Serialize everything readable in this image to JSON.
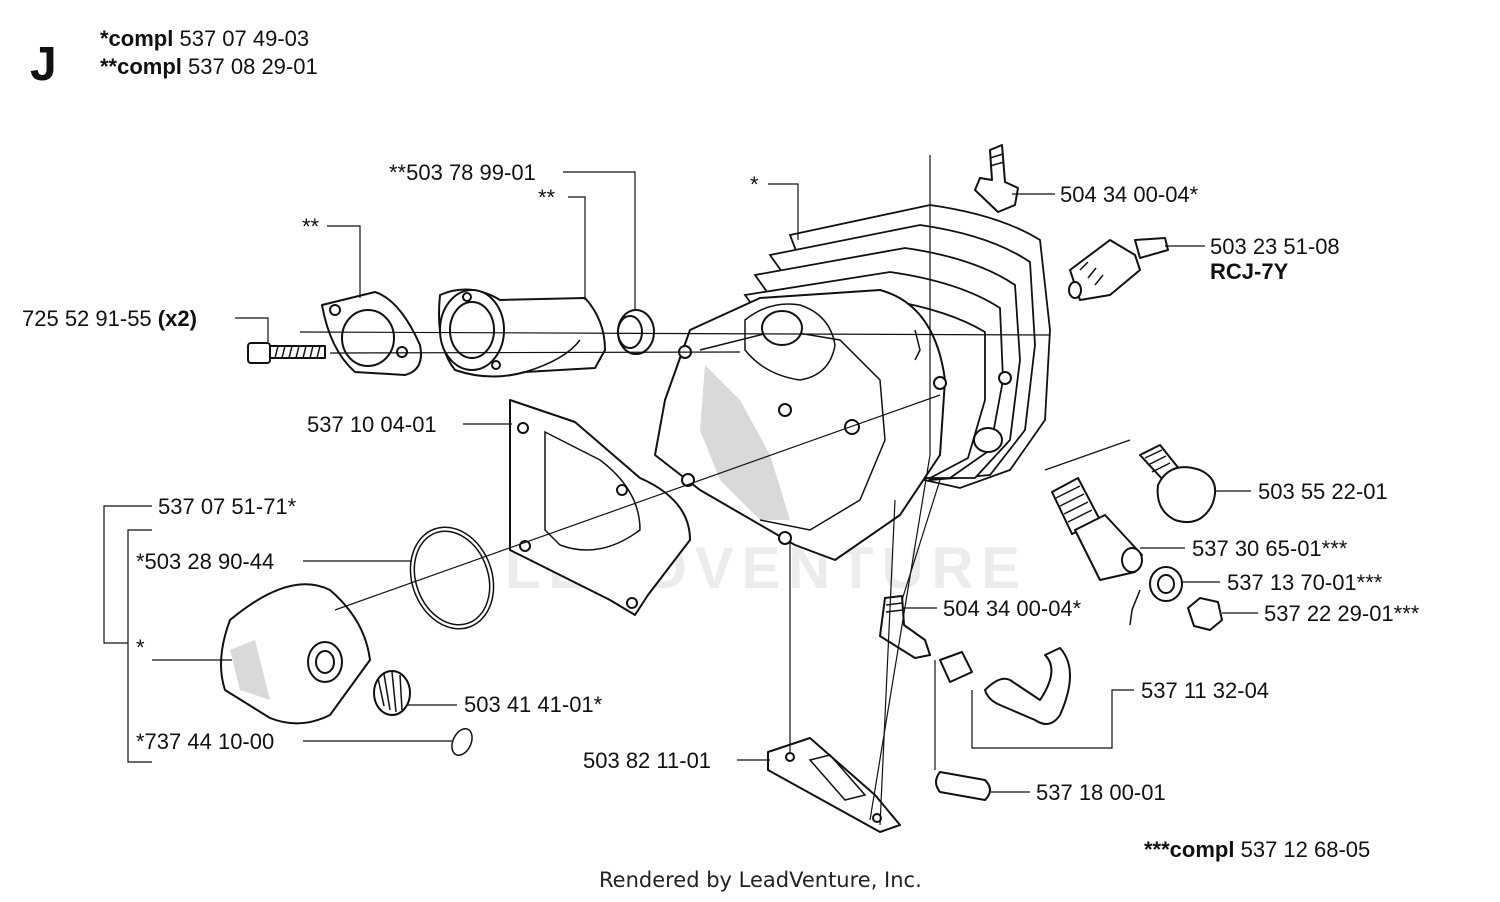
{
  "section": {
    "letter": "J"
  },
  "assembly": {
    "compl_single_prefix": "*compl",
    "compl_single_number": "537 07 49-03",
    "compl_double_prefix": "**compl",
    "compl_double_number": "537 08 29-01",
    "compl_triple_prefix": "***compl",
    "compl_triple_number": "537 12 68-05"
  },
  "callouts": [
    {
      "id": "intake-seal",
      "text": "**503 78 99-01"
    },
    {
      "id": "intake-flange",
      "text": "**"
    },
    {
      "id": "cylinder",
      "text": "*"
    },
    {
      "id": "intake-gasket",
      "text": "**"
    },
    {
      "id": "screw",
      "text": "725 52 91-55",
      "suffix": "(x2)"
    },
    {
      "id": "cylinder-gasket",
      "text": "537 10 04-01"
    },
    {
      "id": "piston-kit",
      "text": "537 07 51-71*"
    },
    {
      "id": "piston-ring",
      "text": "*503 28 90-44"
    },
    {
      "id": "piston",
      "text": "*"
    },
    {
      "id": "needle-bearing",
      "text": "503 41 41-01*"
    },
    {
      "id": "circlip",
      "text": "*737 44 10-00"
    },
    {
      "id": "nipple-top",
      "text": "504 34 00-04*"
    },
    {
      "id": "spark-plug",
      "text": "503 23 51-08",
      "sub": "RCJ-7Y"
    },
    {
      "id": "plug-screw",
      "text": "503 55 22-01"
    },
    {
      "id": "decomp-valve",
      "text": "537 30 65-01***"
    },
    {
      "id": "washer",
      "text": "537 13 70-01***"
    },
    {
      "id": "banjo-bolt",
      "text": "537 22 29-01***"
    },
    {
      "id": "nipple-bottom",
      "text": "504 34 00-04*"
    },
    {
      "id": "hose",
      "text": "537 11 32-04"
    },
    {
      "id": "base-gasket",
      "text": "503 82 11-01"
    },
    {
      "id": "plug",
      "text": "537 18 00-01"
    }
  ],
  "footer": {
    "text": "Rendered by LeadVenture, Inc."
  },
  "watermark": {
    "text": "LEADVENTURE"
  }
}
